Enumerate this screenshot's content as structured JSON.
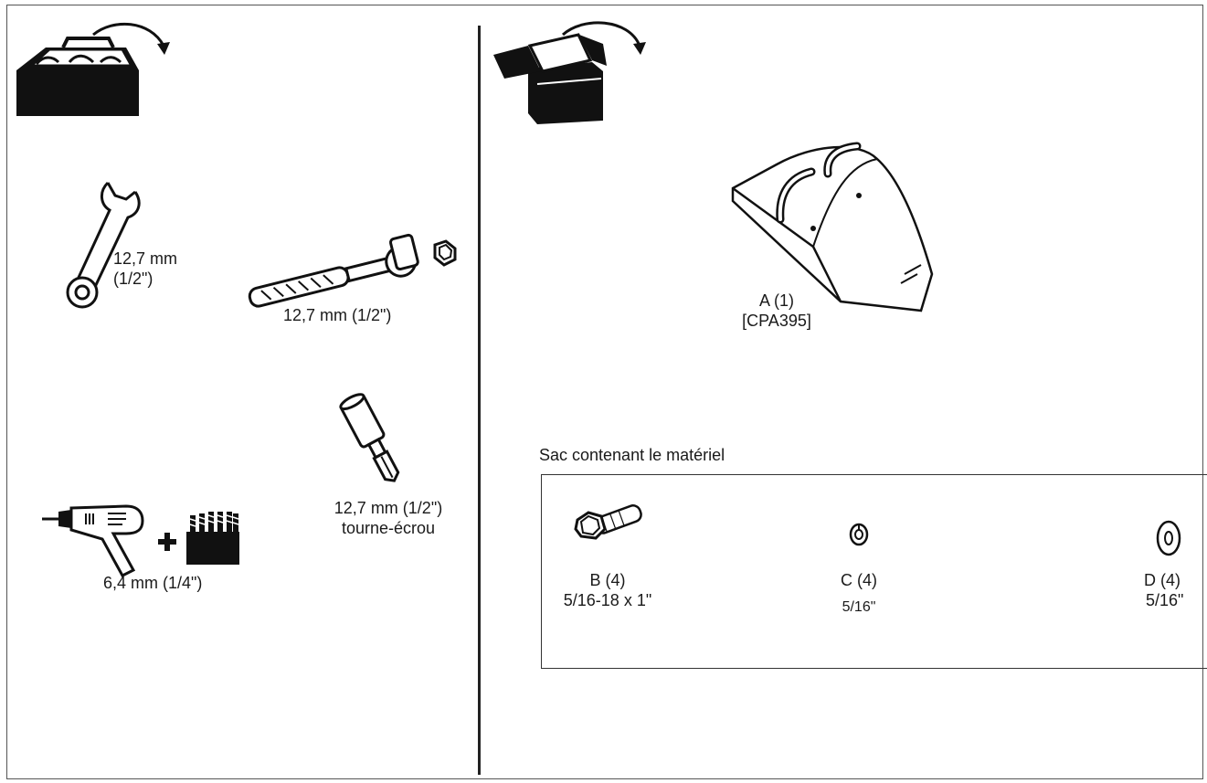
{
  "tools": {
    "wrench_label_line1": "12,7 mm",
    "wrench_label_line2": "(1/2\")",
    "ratchet_label": "12,7 mm (1/2\")",
    "nutdriver_label_line1": "12,7 mm (1/2\")",
    "nutdriver_label_line2": "tourne-écrou",
    "drill_label": "6,4 mm (1/4\")"
  },
  "parts": {
    "bracket_label_line1": "A (1)",
    "bracket_label_line2": "[CPA395]"
  },
  "hardware_bag": {
    "title": "Sac contenant le matériel",
    "items": [
      {
        "label": "B (4)",
        "size": "5/16-18 x 1\""
      },
      {
        "label": "C (4)",
        "size": "5/16\""
      },
      {
        "label": "D (4)",
        "size": "5/16\""
      }
    ]
  },
  "colors": {
    "ink": "#1a1a1a",
    "frame": "#555555",
    "background": "#ffffff"
  }
}
